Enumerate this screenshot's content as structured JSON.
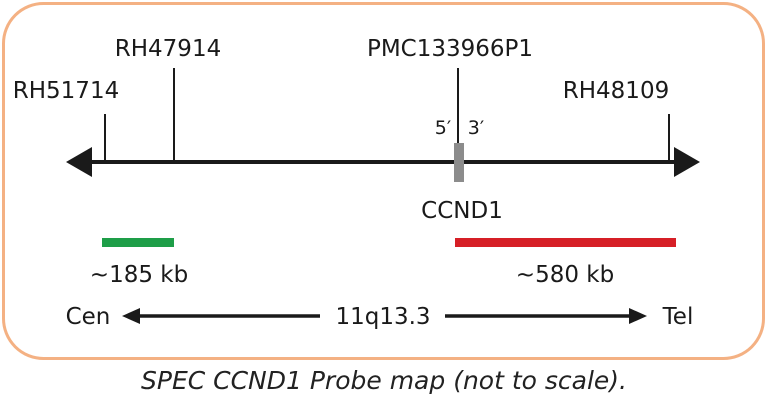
{
  "colors": {
    "border": "#f4b183",
    "line": "#1a1a1a",
    "gene": "#8c8c8c",
    "green_probe": "#1e9e48",
    "red_probe": "#d61f26"
  },
  "markers": {
    "rh51714": "RH51714",
    "rh47914": "RH47914",
    "pmc": "PMC133966P1",
    "rh48109": "RH48109"
  },
  "gene": {
    "five_prime": "5′",
    "three_prime": "3′",
    "name": "CCND1"
  },
  "probes": {
    "green_size": "~185 kb",
    "red_size": "~580 kb"
  },
  "orientation": {
    "cen": "Cen",
    "band": "11q13.3",
    "tel": "Tel"
  },
  "caption": "SPEC CCND1 Probe map (not to scale)."
}
